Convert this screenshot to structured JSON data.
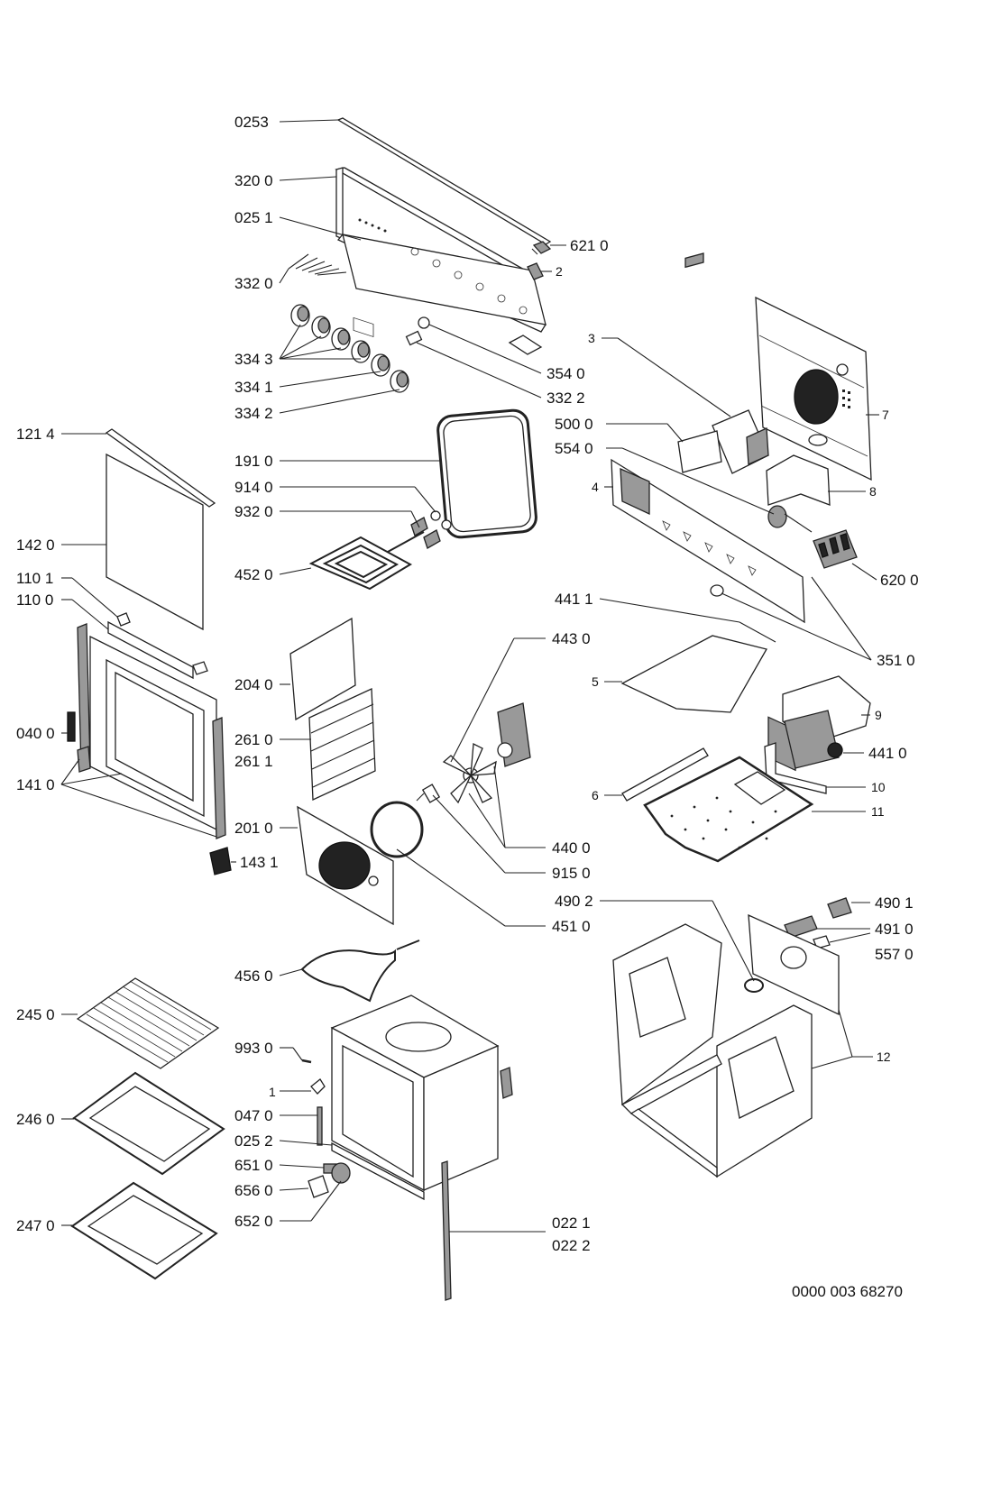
{
  "callouts": {
    "c0253": "0253",
    "c3200": "320 0",
    "c0251": "025 1",
    "c6210": "621 0",
    "c2": "2",
    "c3320": "332 0",
    "c3343": "334 3",
    "c3341": "334 1",
    "c3342": "334 2",
    "c3540": "354 0",
    "c3322": "332 2",
    "c3": "3",
    "c7": "7",
    "c5000": "500 0",
    "c5540": "554 0",
    "c8": "8",
    "c4": "4",
    "c6200": "620 0",
    "c1214": "121 4",
    "c1910": "191 0",
    "c9140": "914 0",
    "c9320": "932 0",
    "c1420": "142 0",
    "c4520": "452 0",
    "c1101": "110 1",
    "c1100": "110 0",
    "c4411": "441 1",
    "c3510": "351 0",
    "c4430": "443 0",
    "c2040": "204 0",
    "c5": "5",
    "c9": "9",
    "c0400": "040 0",
    "c2610": "261 0",
    "c2611": "261 1",
    "c4410": "441 0",
    "c1410": "141 0",
    "c10": "10",
    "c6": "6",
    "c2010": "201 0",
    "c11": "11",
    "c4400": "440 0",
    "c1431": "143 1",
    "c9150": "915 0",
    "c4901": "490 1",
    "c4902": "490 2",
    "c4910": "491 0",
    "c4510": "451 0",
    "c5570": "557 0",
    "c4560": "456 0",
    "c2450": "245 0",
    "c9930": "993 0",
    "c12": "12",
    "c1": "1",
    "c0470": "047 0",
    "c2460": "246 0",
    "c0252": "025 2",
    "c6510": "651 0",
    "c6560": "656 0",
    "c6520": "652 0",
    "c2470": "247 0",
    "c0221": "022 1",
    "c0222": "022 2"
  },
  "drawing_number": "0000 003 68270"
}
